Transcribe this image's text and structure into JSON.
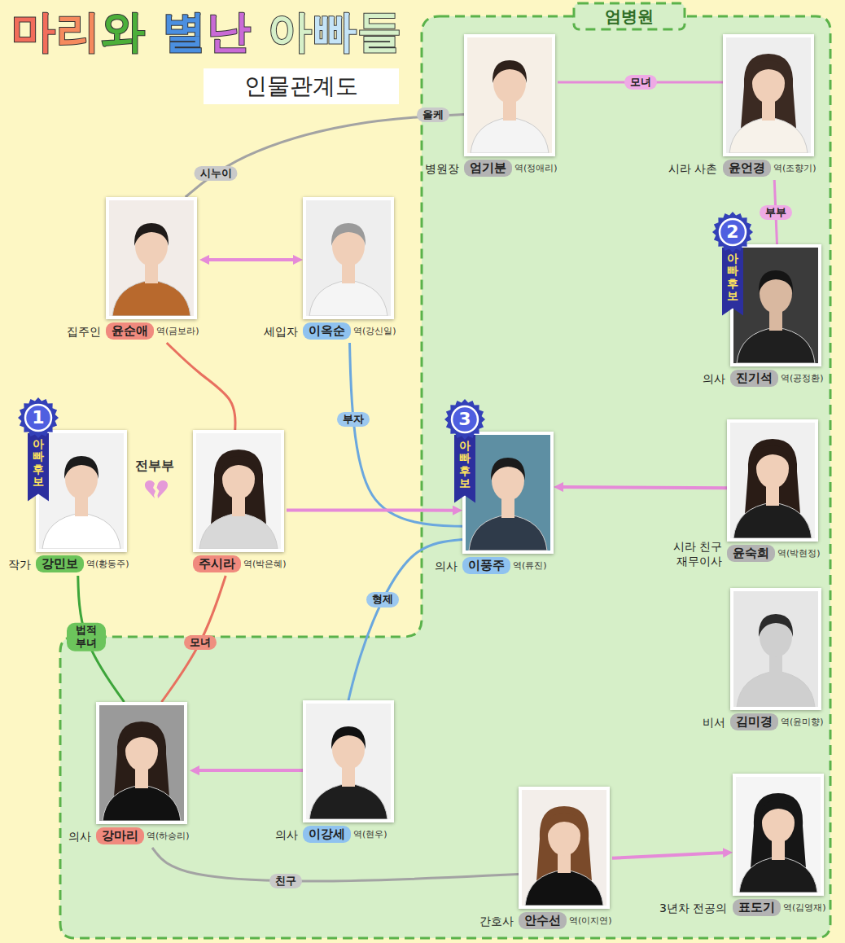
{
  "diagram": {
    "title": "마리와 별난 아빠들",
    "nodes": [
      {
        "text": [
          "엄병원"
        ]
      },
      {
        "text": [
          "인물관계도"
        ]
      },
      {
        "text": [
          "병원장",
          "엄기분",
          "역(정애리)"
        ],
        "in": 0
      },
      {
        "text": [
          "시라 사촌",
          "윤언경",
          "역(조향기)"
        ],
        "in": 0
      },
      {
        "text": [
          "집주인",
          "윤순애",
          "역(금보라)"
        ]
      },
      {
        "text": [
          "세입자",
          "이옥순",
          "역(강신일)"
        ]
      },
      {
        "text": [
          "2",
          "아빠후보",
          "의사",
          "진기석",
          "역(공정환)"
        ],
        "in": 0
      },
      {
        "text": [
          "1",
          "아빠후보",
          "작가",
          "강민보",
          "역(황동주)"
        ]
      },
      {
        "text": [
          "주시라",
          "역(박은혜)"
        ]
      },
      {
        "text": [
          "3",
          "아빠후보",
          "의사",
          "이풍주",
          "역(류진)"
        ],
        "in": 0
      },
      {
        "text": [
          "시라 친구 재무이사",
          "윤숙희",
          "역(박현정)"
        ],
        "in": 0
      },
      {
        "text": [
          "비서",
          "김미경",
          "역(윤미향)"
        ],
        "in": 0
      },
      {
        "text": [
          "의사",
          "강마리",
          "역(하승리)"
        ],
        "in": 0
      },
      {
        "text": [
          "의사",
          "이강세",
          "역(현우)"
        ],
        "in": 0
      },
      {
        "text": [
          "간호사",
          "안수선",
          "역(이지연)"
        ],
        "in": 0
      },
      {
        "text": [
          "3년차 전공의",
          "표도기",
          "역(김영재)"
        ],
        "in": 0
      }
    ],
    "edges": [
      {
        "from": 2,
        "to": 3,
        "label": "모녀",
        "arrow": "none"
      },
      {
        "from": 4,
        "to": 2,
        "label": "시누이",
        "arrow": "none"
      },
      {
        "from": 4,
        "to": 5,
        "arrow": "both"
      },
      {
        "from": 3,
        "to": 6,
        "label": "부부",
        "arrow": "none"
      },
      {
        "from": 4,
        "to": 8,
        "arrow": "none"
      },
      {
        "from": 5,
        "to": 9,
        "label": "부자",
        "arrow": "none"
      },
      {
        "from": 8,
        "to": 9,
        "arrow": "to"
      },
      {
        "from": 10,
        "to": 9,
        "arrow": "to"
      },
      {
        "from": 7,
        "to": 12,
        "label": "법적 부녀",
        "arrow": "none"
      },
      {
        "from": 8,
        "to": 12,
        "label": "모녀",
        "arrow": "none"
      },
      {
        "from": 9,
        "to": 13,
        "label": "형제",
        "arrow": "none"
      },
      {
        "from": 13,
        "to": 12,
        "arrow": "to"
      },
      {
        "from": 12,
        "to": 14,
        "label": "친구",
        "arrow": "none"
      },
      {
        "from": 14,
        "to": 15,
        "arrow": "to"
      }
    ],
    "labels": [
      "올케",
      "전부부"
    ]
  }
}
